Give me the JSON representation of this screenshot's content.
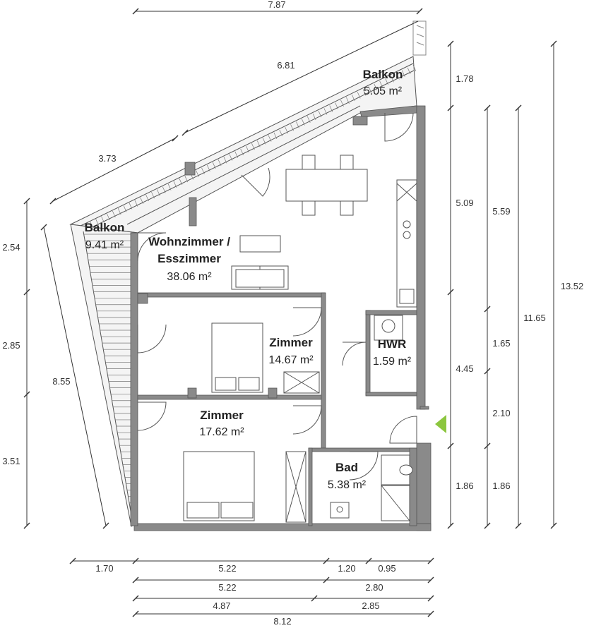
{
  "rooms": {
    "balkon_top": {
      "name": "Balkon",
      "area": "5.05 m²"
    },
    "balkon_left": {
      "name": "Balkon",
      "area": "9.41 m²"
    },
    "wohnzimmer": {
      "name_line1": "Wohnzimmer /",
      "name_line2": "Esszimmer",
      "area": "38.06 m²"
    },
    "zimmer_1": {
      "name": "Zimmer",
      "area": "14.67 m²"
    },
    "zimmer_2": {
      "name": "Zimmer",
      "area": "17.62 m²"
    },
    "hwr": {
      "name": "HWR",
      "area": "1.59 m²"
    },
    "bad": {
      "name": "Bad",
      "area": "5.38 m²"
    }
  },
  "dimensions": {
    "top": {
      "overall": "7.87",
      "upper_edge": "6.81",
      "left_edge": "3.73"
    },
    "left": {
      "diagonal": "8.55",
      "seg1": "2.54",
      "seg2": "2.85",
      "seg3": "3.51"
    },
    "right_col1": {
      "seg1": "1.78",
      "seg2": "5.09",
      "seg3": "4.45",
      "seg4": "1.86"
    },
    "right_col2": {
      "seg1": "5.59",
      "seg2": "1.65",
      "seg3": "2.10",
      "seg4": "1.86"
    },
    "right_col3": {
      "total": "11.65"
    },
    "right_col4": {
      "total": "13.52"
    },
    "bottom_row1": {
      "seg1": "1.70",
      "seg2": "5.22",
      "seg3": "1.20",
      "seg4": "0.95"
    },
    "bottom_row2": {
      "seg1": "5.22",
      "seg2": "2.80"
    },
    "bottom_row3": {
      "seg1": "4.87",
      "seg2": "2.85"
    },
    "bottom_row4": {
      "total": "8.12"
    }
  },
  "colors": {
    "entrance_marker": "#8cc63f",
    "wall": "#8a8a8a",
    "line": "#555555"
  },
  "icons": {
    "entrance": "entrance-triangle-icon"
  }
}
